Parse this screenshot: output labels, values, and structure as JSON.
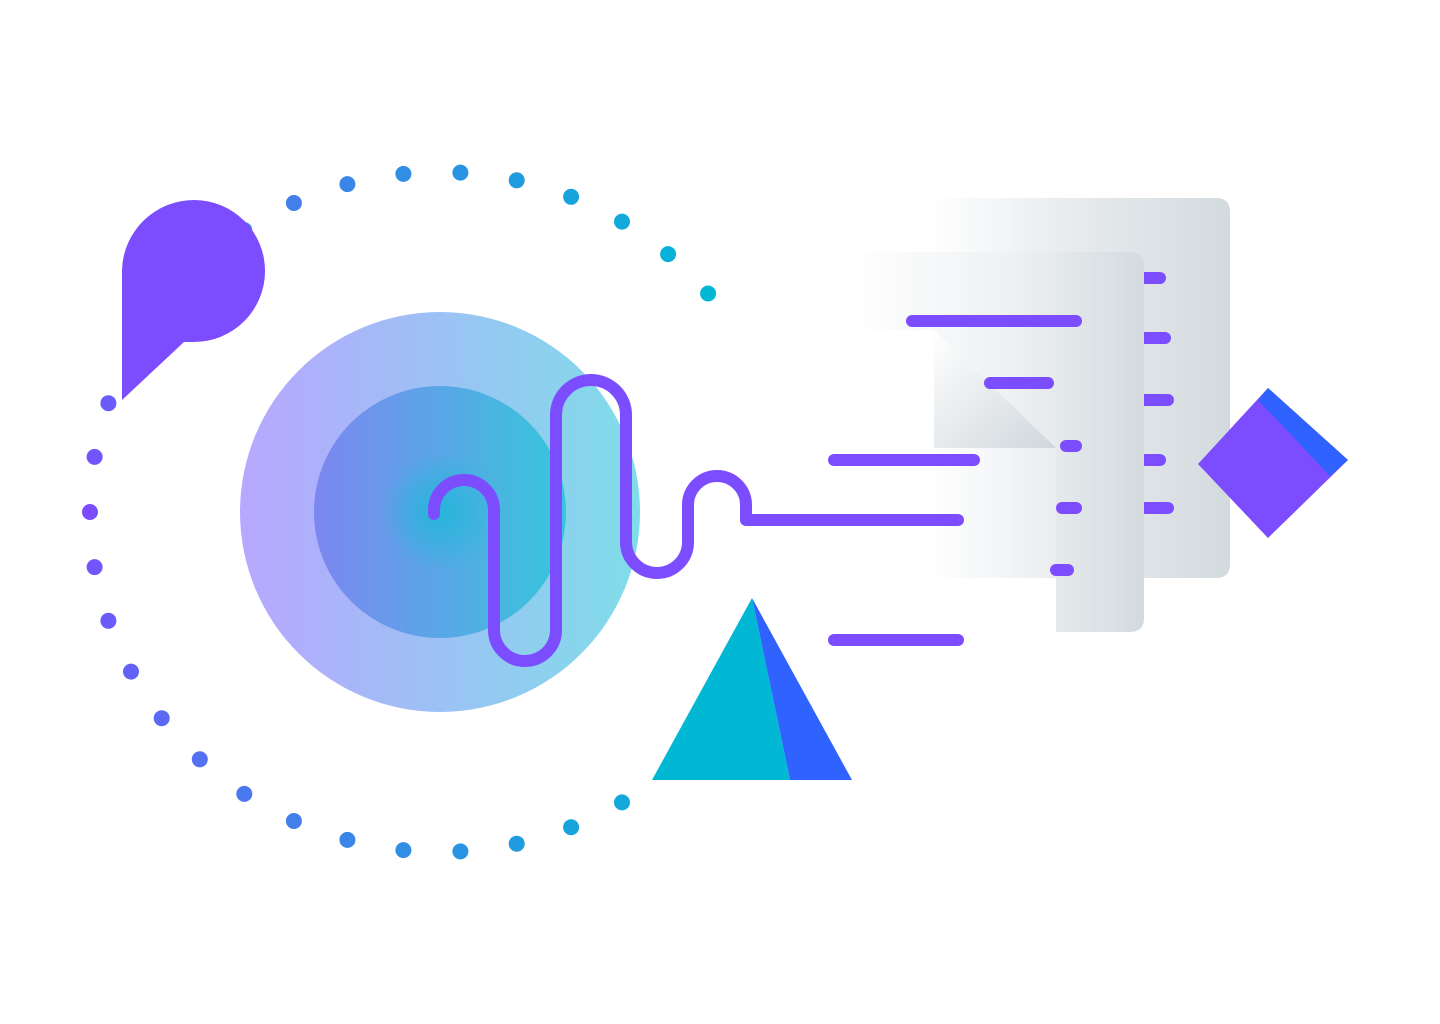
{
  "illustration": {
    "palette": {
      "purple": "#7c4dff",
      "blue": "#2f62ff",
      "teal": "#00b8d4",
      "lavender": "#b8a7ff",
      "paper_light": "#ffffff",
      "paper_gray": "#d5dbe0"
    },
    "elements": [
      "dotted-arc",
      "speech-bubble-icon",
      "concentric-circles",
      "wavy-line",
      "triangle",
      "document-stack",
      "diamond"
    ]
  }
}
